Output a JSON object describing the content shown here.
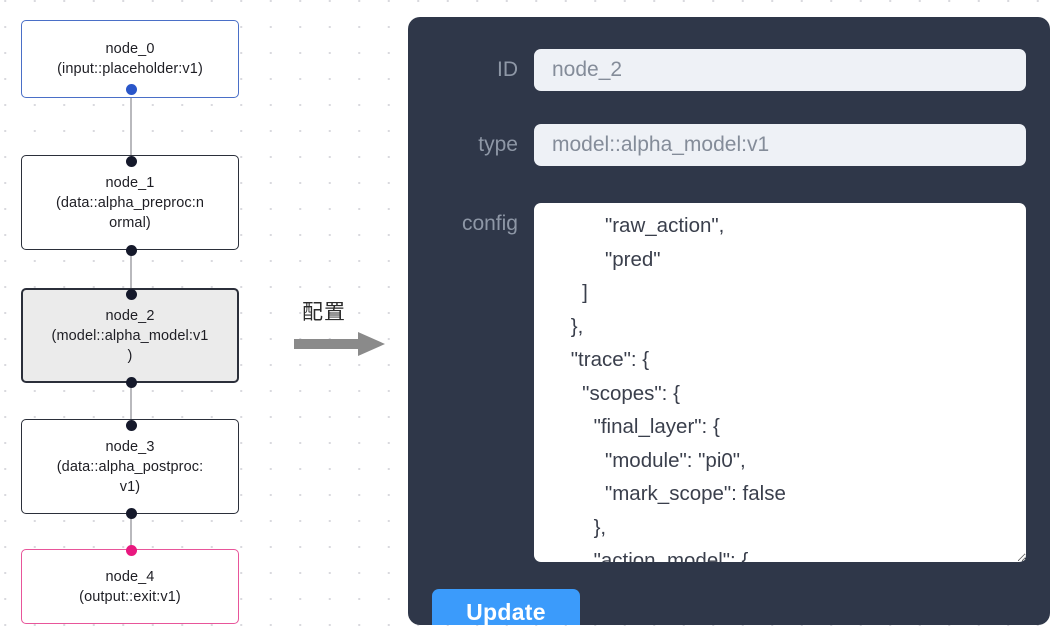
{
  "graph": {
    "nodes": [
      {
        "id": "node_0",
        "type": "(input::placeholder:v1)",
        "label": "node_0\n(input::placeholder:v1)",
        "accent": "#4a6fc7",
        "selected": false
      },
      {
        "id": "node_1",
        "type": "(data::alpha_preproc:normal)",
        "label": "node_1\n(data::alpha_preproc:n\normal)",
        "accent": "#2b2f3a",
        "selected": false
      },
      {
        "id": "node_2",
        "type": "(model::alpha_model:v1)",
        "label": "node_2\n(model::alpha_model:v1\n)",
        "accent": "#2b2f3a",
        "selected": true
      },
      {
        "id": "node_3",
        "type": "(data::alpha_postproc:v1)",
        "label": "node_3\n(data::alpha_postproc:\nv1)",
        "accent": "#2b2f3a",
        "selected": false
      },
      {
        "id": "node_4",
        "type": "(output::exit:v1)",
        "label": "node_4\n(output::exit:v1)",
        "accent": "#e8559a",
        "selected": false
      }
    ],
    "port_colors": {
      "default": "#15192b",
      "input": "#2a56c9",
      "output": "#e8187f"
    },
    "edge_color": "#b9b9bd"
  },
  "arrow": {
    "caption": "配置",
    "color": "#8a8a8a"
  },
  "panel": {
    "background": "#2f3749",
    "fields": {
      "id": {
        "label": "ID",
        "value": "node_2",
        "placeholder": "node_2"
      },
      "type": {
        "label": "type",
        "value": "model::alpha_model:v1",
        "placeholder": "model::alpha_model:v1"
      },
      "config": {
        "label": "config",
        "value": "          \"raw_action\",\n          \"pred\"\n      ]\n    },\n    \"trace\": {\n      \"scopes\": {\n        \"final_layer\": {\n          \"module\": \"pi0\",\n          \"mark_scope\": false\n        },\n        \"action_model\": {"
      }
    },
    "update_button": {
      "label": "Update",
      "color": "#3b9bfb"
    }
  }
}
